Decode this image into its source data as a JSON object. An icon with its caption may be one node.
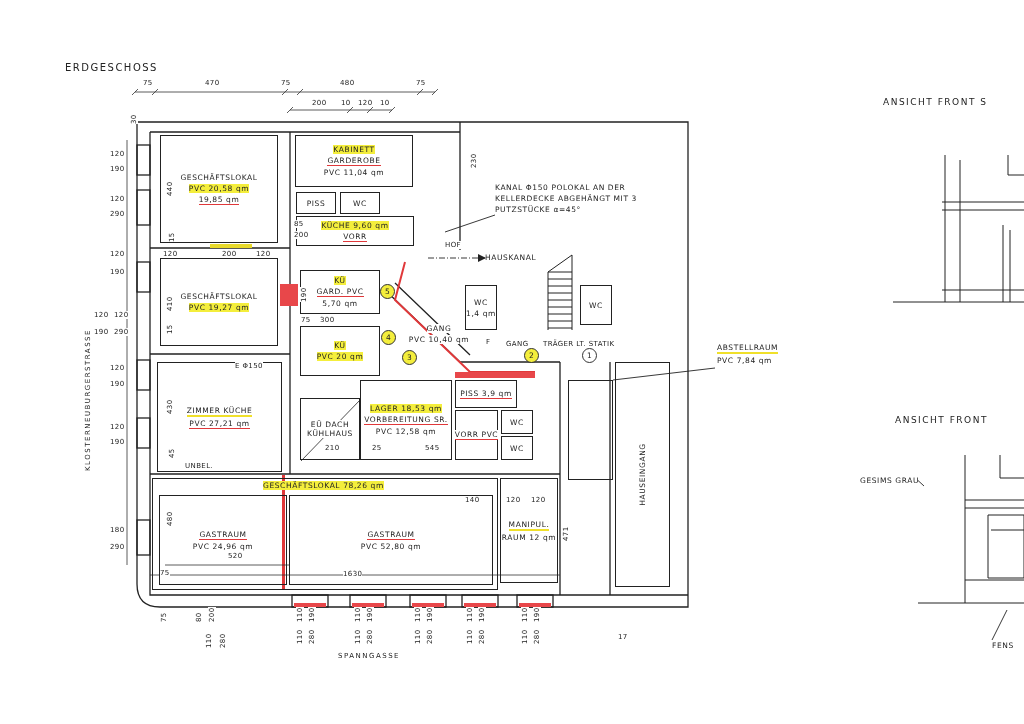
{
  "diagram": {
    "title": "ERDGESCHOSS",
    "nodes": [
      {
        "text": [
          "GESCHÄFTSLOKAL",
          "PVC 20,58 qm",
          "19,85 qm"
        ]
      },
      {
        "text": [
          "KABINETT",
          "GARDEROBE",
          "PVC 11,04 qm"
        ]
      },
      {
        "text": [
          "PISS"
        ]
      },
      {
        "text": [
          "WC"
        ]
      },
      {
        "text": [
          "KÜCHE 9,60 qm",
          "VORR"
        ]
      },
      {
        "text": [
          "GESCHÄFTSLOKAL",
          "PVC 19,27 qm"
        ]
      },
      {
        "text": [
          "KÜ",
          "GARD. PVC",
          "5,70 qm"
        ]
      },
      {
        "text": [
          "KÜ",
          "PVC 20 qm"
        ]
      },
      {
        "text": [
          "GANG",
          "PVC 10,40 qm"
        ]
      },
      {
        "text": [
          "ZIMMER KÜCHE",
          "PVC 27,21 qm"
        ]
      },
      {
        "text": [
          "EÜ DACH KÜHLHAUS"
        ]
      },
      {
        "text": [
          "LAGER 18,53 qm",
          "VORBEREITUNG SR.",
          "PVC 12,58 qm"
        ]
      },
      {
        "text": [
          "PISS 3,9 qm"
        ]
      },
      {
        "text": [
          "VORR PVC"
        ]
      },
      {
        "text": [
          "WC"
        ]
      },
      {
        "text": [
          "WC"
        ]
      },
      {
        "text": [
          "WC",
          "1,4 qm"
        ]
      },
      {
        "text": [
          "WC"
        ]
      },
      {
        "text": [
          "HAUSKANAL"
        ]
      },
      {
        "text": [
          "KANAL Φ150 POLOKAL AN DER KELLERDECKE ABGEHÄNGT MIT 3 PUTZSTÜCKE α=45°"
        ]
      },
      {
        "text": [
          "GESCHÄFTSLOKAL 78,26 qm"
        ]
      },
      {
        "text": [
          "GASTRAUM",
          "PVC 24,96 qm"
        ],
        "in": 20
      },
      {
        "text": [
          "GASTRAUM",
          "PVC 52,80 qm"
        ],
        "in": 20
      },
      {
        "text": [
          "MANIPUL.",
          "RAUM 12 qm"
        ]
      },
      {
        "text": [
          "HAUSEINGANG"
        ]
      },
      {
        "text": [],
        "shape": "box"
      },
      {
        "text": [
          "ABSTELLRAUM",
          "PVC 7,84 qm"
        ]
      },
      {
        "text": [],
        "shape": "picture"
      },
      {
        "text": [],
        "shape": "picture"
      },
      {
        "text": [
          "GESIMS GRAU"
        ]
      },
      {
        "text": [
          "FENS"
        ]
      }
    ],
    "edges": [
      {
        "from": 19,
        "to": null,
        "arrow": "none"
      },
      {
        "from": null,
        "to": 18,
        "arrow": "to",
        "style": "dashed"
      },
      {
        "from": 26,
        "to": 25,
        "arrow": "none"
      },
      {
        "from": 29,
        "to": 28,
        "arrow": "none"
      },
      {
        "from": 30,
        "to": 28,
        "arrow": "none"
      }
    ],
    "labels": [
      "ANSICHT FRONT S",
      "ANSICHT FRONT",
      "KLOSTERNEUBURGERSTRASSE",
      "SPANNGASSE",
      "HOF",
      "GANG",
      "TRÄGER LT. STATIK",
      "UNBEL.",
      "E Φ150",
      "F",
      "5",
      "4",
      "3",
      "2",
      "1",
      "75",
      "470",
      "75",
      "480",
      "75",
      "200",
      "10",
      "120",
      "10",
      "30",
      "120",
      "190",
      "120",
      "290",
      "120",
      "190",
      "120",
      "120",
      "190",
      "290",
      "120",
      "190",
      "120",
      "190",
      "180",
      "290",
      "440",
      "15",
      "120",
      "200",
      "120",
      "410",
      "15",
      "430",
      "45",
      "480",
      "520",
      "75",
      "1630",
      "75",
      "80",
      "200",
      "85",
      "200",
      "190",
      "75",
      "300",
      "210",
      "25",
      "545",
      "230",
      "140",
      "120",
      "120",
      "471",
      "17",
      "110",
      "280",
      "110",
      "190",
      "110",
      "280",
      "110",
      "190",
      "110",
      "280",
      "110",
      "190",
      "110",
      "280",
      "110",
      "190",
      "110",
      "280",
      "110",
      "190",
      "110",
      "280"
    ]
  }
}
